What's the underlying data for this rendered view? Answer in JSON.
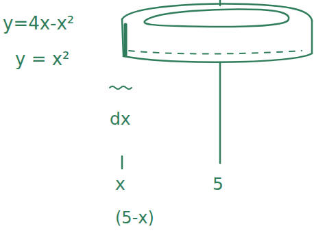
{
  "diagram": {
    "labels": [
      "y=4x-x²",
      "y = x²",
      "dx",
      "x",
      "5",
      "(5-x)"
    ]
  }
}
